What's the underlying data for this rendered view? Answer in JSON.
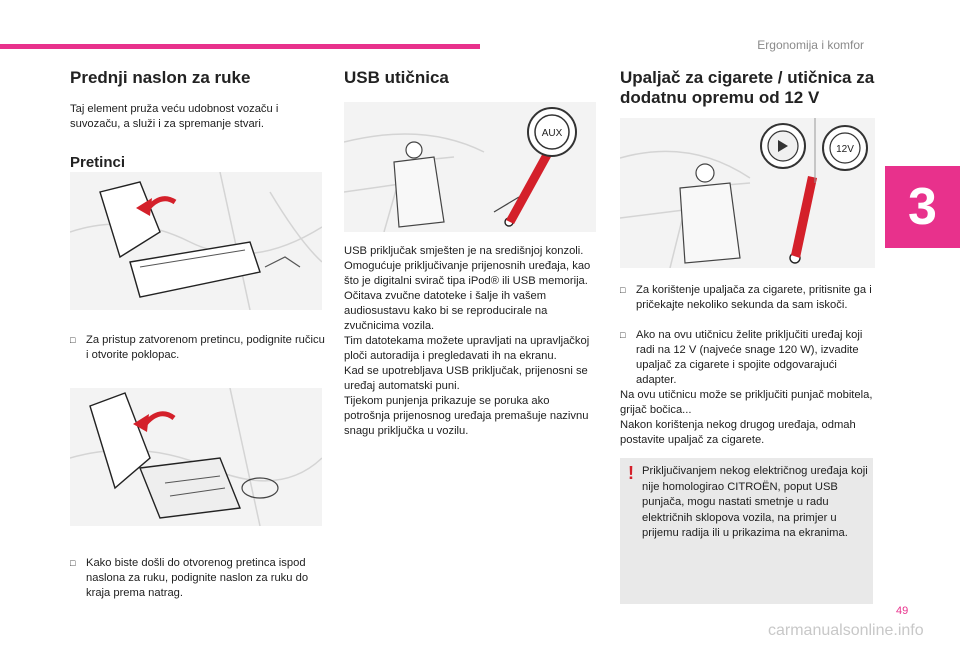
{
  "header": {
    "section": "Ergonomija i komfor",
    "chapter": "3",
    "page": "49"
  },
  "watermark": "carmanualsonline.info",
  "col1": {
    "title": "Prednji naslon za ruke",
    "intro": "Taj element pruža veću udobnost vozaču i suvozaču, a služi i za spremanje stvari.",
    "subtitle": "Pretinci",
    "step1": "Za pristup zatvorenom pretincu, podignite ručicu i otvorite poklopac.",
    "step2": "Kako biste došli do otvorenog pretinca ispod naslona za ruku, podignite naslon za ruku do kraja prema natrag."
  },
  "col2": {
    "title": "USB utičnica",
    "label_aux": "AUX",
    "body": "USB priključak smješten je na središnjoj konzoli.\nOmogućuje priključivanje prijenosnih uređaja, kao što je digitalni svirač tipa iPod® ili USB memorija.\nOčitava zvučne datoteke i šalje ih vašem audiosustavu kako bi se reproducirale na zvučnicima vozila.\nTim datotekama možete upravljati na upravljačkoj ploči autoradija i pregledavati ih na ekranu.\nKad se upotrebljava USB priključak, prijenosni se uređaj automatski puni.\nTijekom punjenja prikazuje se poruka ako potrošnja prijenosnog uređaja premašuje nazivnu snagu priključka u vozilu."
  },
  "col3": {
    "title": "Upaljač za cigarete / utičnica za dodatnu opremu od 12 V",
    "label_12v": "12V",
    "bullet1": "Za korištenje upaljača za cigarete, pritisnite ga i pričekajte nekoliko sekunda da sam iskoči.",
    "bullet2": "Ako na ovu utičnicu želite priključiti uređaj koji radi na 12 V (najveće snage 120 W), izvadite upaljač za cigarete i spojite odgovarajući adapter.",
    "body": "Na ovu utičnicu može se priključiti punjač mobitela, grijač bočica...\nNakon korištenja nekog drugog uređaja, odmah postavite upaljač za cigarete.",
    "warning": "Priključivanjem nekog električnog uređaja koji nije homologirao CITROËN, poput USB punjača, mogu nastati smetnje u radu električnih sklopova vozila, na primjer u prijemu radija ili u prikazima na ekranima."
  },
  "colors": {
    "accent": "#e8318c",
    "arrow": "#d4202a",
    "warning_bg": "#e9e9e9"
  }
}
